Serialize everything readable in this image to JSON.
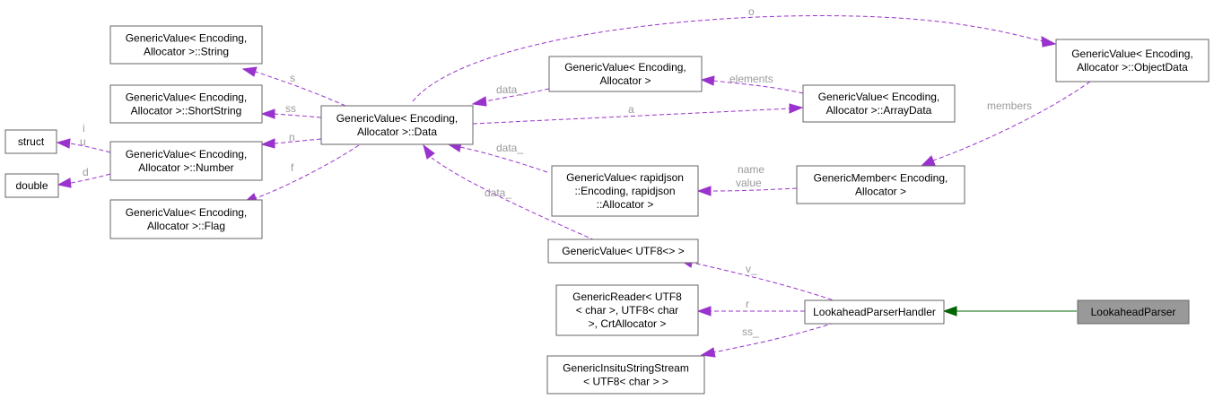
{
  "nodes": {
    "lookahead_parser": {
      "lines": [
        "LookaheadParser"
      ]
    },
    "lookahead_parser_handler": {
      "lines": [
        "LookaheadParserHandler"
      ]
    },
    "generic_value_utf8": {
      "lines": [
        "GenericValue< UTF8<> >"
      ]
    },
    "generic_reader": {
      "lines": [
        "GenericReader< UTF8",
        "< char >, UTF8< char",
        ">, CrtAllocator >"
      ]
    },
    "insitu_string_stream": {
      "lines": [
        "GenericInsituStringStream",
        "< UTF8< char > >"
      ]
    },
    "generic_value_rapidjson": {
      "lines": [
        "GenericValue< rapidjson",
        "::Encoding, rapidjson",
        "::Allocator >"
      ]
    },
    "generic_member": {
      "lines": [
        "GenericMember< Encoding,",
        "Allocator >"
      ]
    },
    "object_data": {
      "lines": [
        "GenericValue< Encoding,",
        "Allocator >::ObjectData"
      ]
    },
    "array_data": {
      "lines": [
        "GenericValue< Encoding,",
        "Allocator >::ArrayData"
      ]
    },
    "generic_value": {
      "lines": [
        "GenericValue< Encoding,",
        "Allocator >"
      ]
    },
    "data": {
      "lines": [
        "GenericValue< Encoding,",
        "Allocator >::Data"
      ]
    },
    "string": {
      "lines": [
        "GenericValue< Encoding,",
        "Allocator >::String"
      ]
    },
    "short_string": {
      "lines": [
        "GenericValue< Encoding,",
        "Allocator >::ShortString"
      ]
    },
    "number": {
      "lines": [
        "GenericValue< Encoding,",
        "Allocator >::Number"
      ]
    },
    "flag": {
      "lines": [
        "GenericValue< Encoding,",
        "Allocator >::Flag"
      ]
    },
    "struct": {
      "lines": [
        "struct"
      ]
    },
    "double": {
      "lines": [
        "double"
      ]
    }
  },
  "edges": {
    "inherit": {
      "from": "LookaheadParserHandler",
      "to": "LookaheadParser"
    },
    "v": {
      "label": "v_"
    },
    "r": {
      "label": "r"
    },
    "ss_": {
      "label": "ss_"
    },
    "data_utf8": {
      "label": "data_"
    },
    "data_rapidjson": {
      "label": "data_"
    },
    "name_value": {
      "label": "name\nvalue"
    },
    "members": {
      "label": "members"
    },
    "o": {
      "label": "o"
    },
    "a": {
      "label": "a"
    },
    "elements": {
      "label": "elements"
    },
    "data_gv": {
      "label": "data_"
    },
    "s": {
      "label": "s"
    },
    "ss": {
      "label": "ss"
    },
    "n": {
      "label": "n"
    },
    "f": {
      "label": "f"
    },
    "iu": {
      "label": "i\nu"
    },
    "d": {
      "label": "d"
    }
  }
}
